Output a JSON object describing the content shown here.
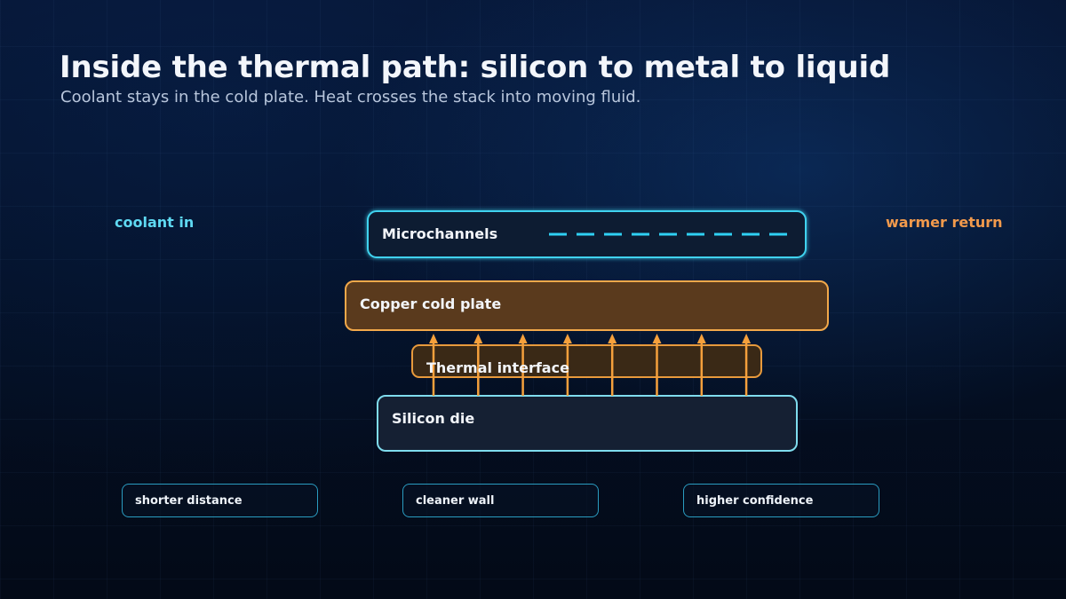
{
  "title": "Inside the thermal path: silicon to metal to liquid",
  "subtitle": "Coolant stays in the cold plate. Heat crosses the stack into moving fluid.",
  "flow": {
    "inlet_label": "coolant in",
    "outlet_label": "warmer return"
  },
  "layers": {
    "microchannels": "Microchannels",
    "cold_plate": "Copper cold plate",
    "thermal_interface": "Thermal interface",
    "silicon_die": "Silicon die"
  },
  "heat_arrow_count": 8,
  "benefits": [
    "shorter distance",
    "cleaner wall",
    "higher confidence"
  ],
  "colors": {
    "coolant": "#3fd2ef",
    "warm_return": "#ff7a2e",
    "copper": "#f2a84a",
    "heat_arrow": "#f5a03c",
    "die_border": "#7fdcee"
  }
}
